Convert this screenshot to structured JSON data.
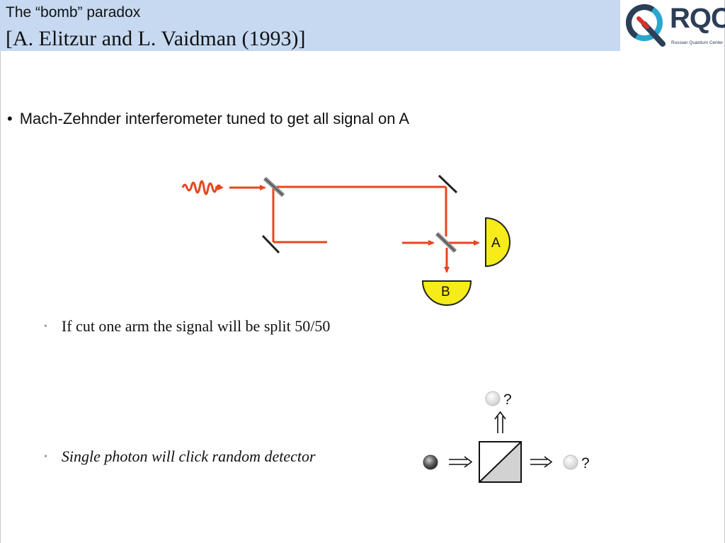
{
  "slide": {
    "title_line1": "The “bomb” paradox",
    "title_line2": "[A. Elitzur and L. Vaidman (1993)]"
  },
  "logo": {
    "name": "RQC",
    "subtitle": "Russian Quantum Center",
    "colors": {
      "q_dark": "#2d3e57",
      "q_accent": "#2aa7cf",
      "q_red": "#d9302a"
    }
  },
  "bullets": {
    "main": "Mach-Zehnder interferometer tuned to get all signal on A",
    "sub1": "If cut one arm the signal will be split 50/50",
    "sub2": "Single photon will click random detector"
  },
  "interferometer": {
    "detector_a": "A",
    "detector_b": "B",
    "colors": {
      "beam": "#e8461d",
      "detector_fill": "#f5ec1a",
      "mirror": "#222222",
      "splitter": "#8a8a8a"
    }
  },
  "beamsplitter_diagram": {
    "output_top_label": "?",
    "output_right_label": "?"
  },
  "colors": {
    "title_band": "#c6d9f1",
    "text": "#111111"
  }
}
